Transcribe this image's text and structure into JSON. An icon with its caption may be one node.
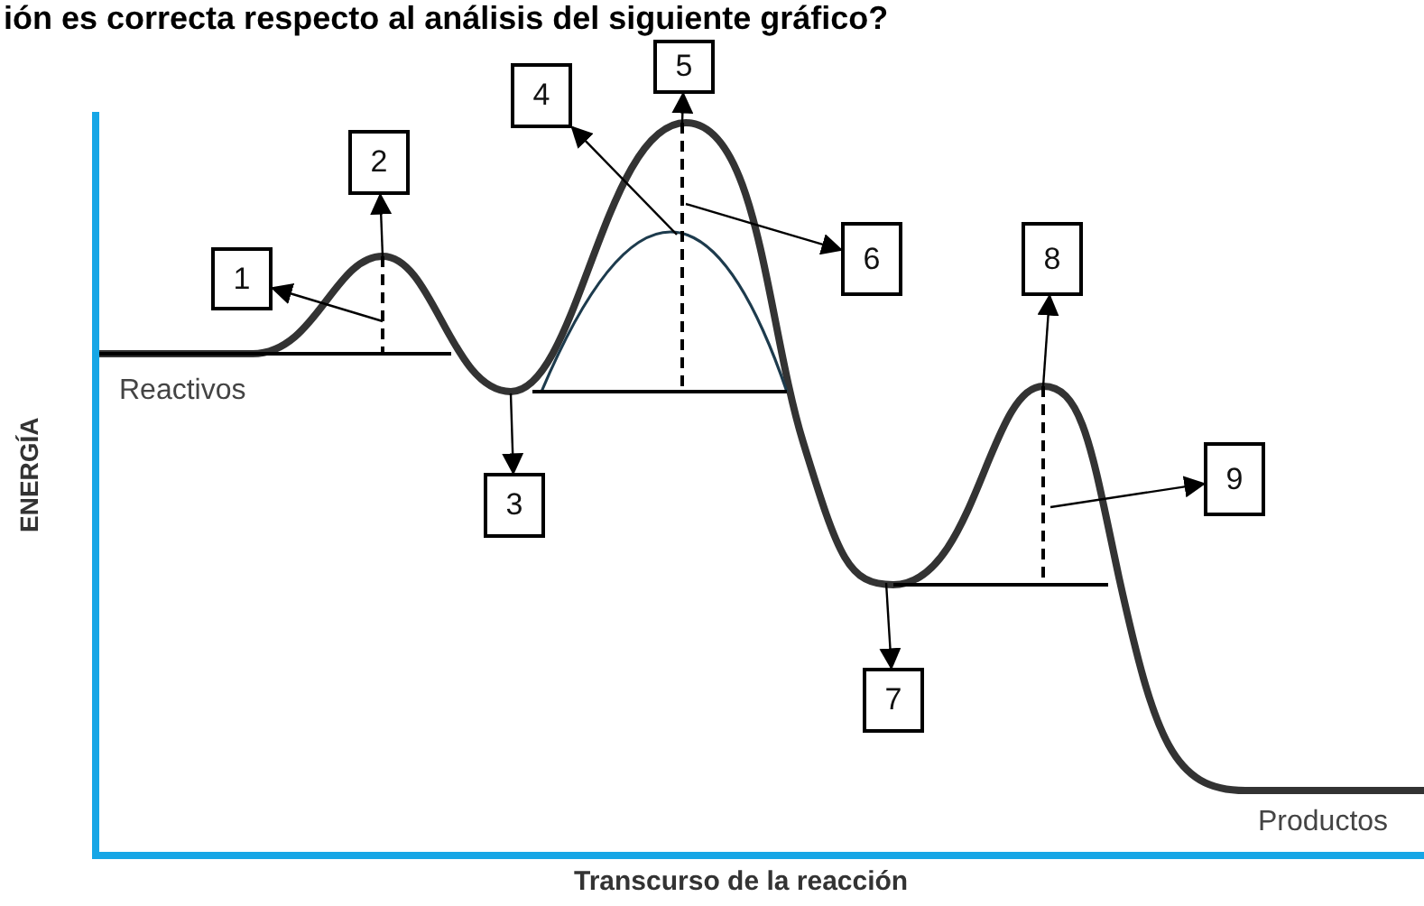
{
  "diagram": {
    "title": "ión es correcta respecto al análisis del siguiente gráfico?",
    "nodes": [
      {
        "text": [
          "1"
        ]
      },
      {
        "text": [
          "2"
        ]
      },
      {
        "text": [
          "3"
        ]
      },
      {
        "text": [
          "4"
        ]
      },
      {
        "text": [
          "5"
        ]
      },
      {
        "text": [
          "6"
        ]
      },
      {
        "text": [
          "7"
        ]
      },
      {
        "text": [
          "8"
        ]
      },
      {
        "text": [
          "9"
        ]
      }
    ],
    "edges": [
      {
        "from": null,
        "to": 0,
        "arrow": "to"
      },
      {
        "from": null,
        "to": 1,
        "arrow": "to"
      },
      {
        "from": null,
        "to": 2,
        "arrow": "to"
      },
      {
        "from": null,
        "to": 3,
        "arrow": "to"
      },
      {
        "from": null,
        "to": 4,
        "arrow": "to"
      },
      {
        "from": null,
        "to": 5,
        "arrow": "to"
      },
      {
        "from": null,
        "to": 6,
        "arrow": "to"
      },
      {
        "from": null,
        "to": 7,
        "arrow": "to"
      },
      {
        "from": null,
        "to": 8,
        "arrow": "to"
      }
    ],
    "labels": [
      "Reactivos",
      "ENERGÍA",
      "Productos",
      "Transcurso de la reacción"
    ]
  }
}
